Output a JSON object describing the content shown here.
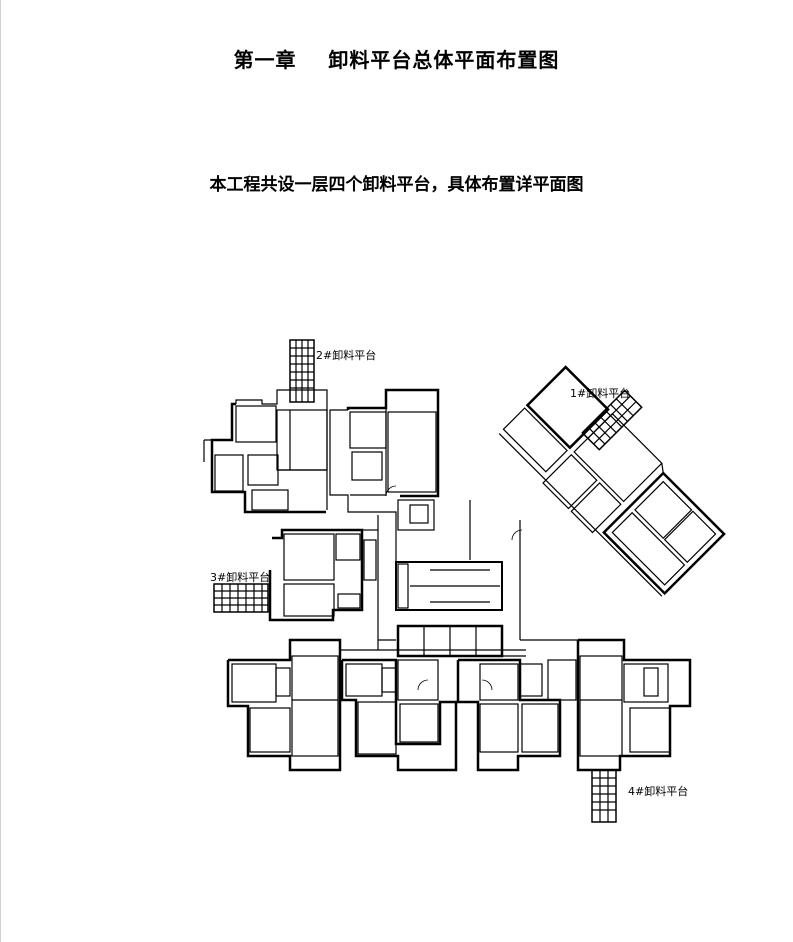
{
  "document": {
    "chapter_title": "第一章    卸料平台总体平面布置图",
    "lead_text": "本工程共设一层四个卸料平台，具体布置详平面图"
  },
  "plan": {
    "platform_labels": {
      "p1": "1#卸料平台",
      "p2": "2#卸料平台",
      "p3": "3#卸料平台",
      "p4": "4#卸料平台"
    }
  },
  "colors": {
    "line": "#000000",
    "background": "#ffffff"
  }
}
